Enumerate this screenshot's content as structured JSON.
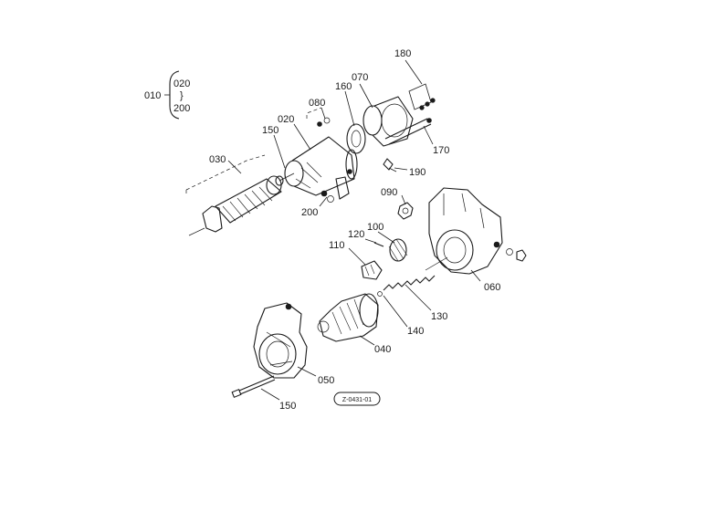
{
  "assembly": {
    "label_main": "010",
    "label_range_start": "020",
    "label_range_sep": "}",
    "label_range_end": "200"
  },
  "callouts": {
    "p020": "020",
    "p030": "030",
    "p040": "040",
    "p050": "050",
    "p060": "060",
    "p070": "070",
    "p080": "080",
    "p090": "090",
    "p100": "100",
    "p110": "110",
    "p120": "120",
    "p130": "130",
    "p140": "140",
    "p150a": "150",
    "p150b": "150",
    "p160": "160",
    "p170": "170",
    "p180": "180",
    "p190": "190",
    "p200": "200"
  },
  "stamp": {
    "code": "Z-0431-01"
  }
}
